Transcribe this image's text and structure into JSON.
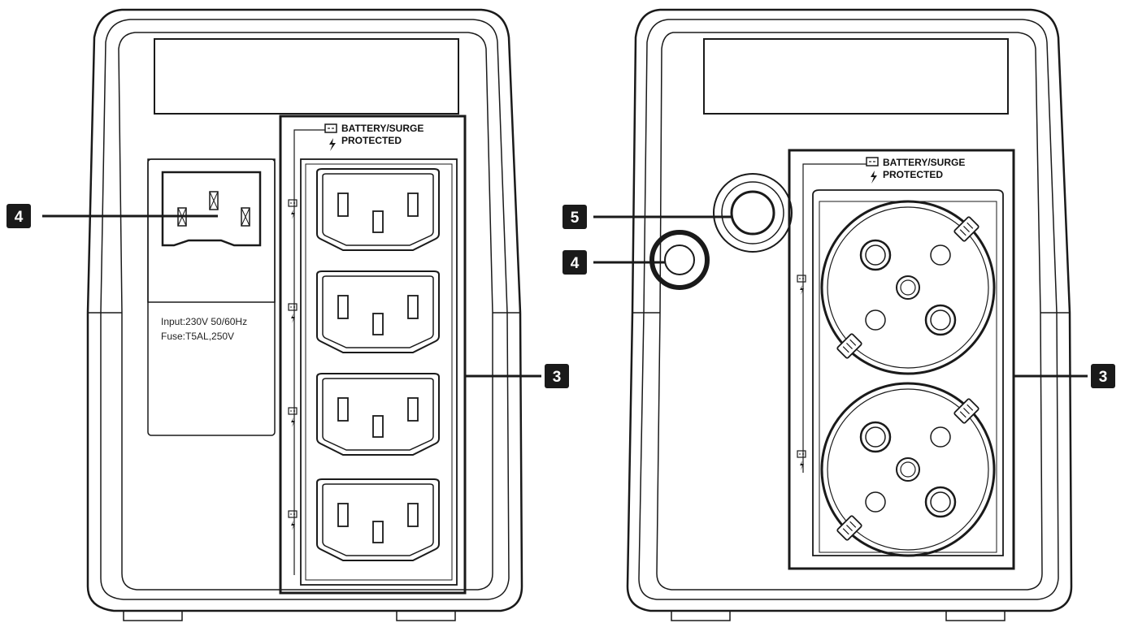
{
  "left_unit": {
    "protected_line1": "BATTERY/SURGE",
    "protected_line2": "PROTECTED",
    "input_spec": "Input:230V 50/60Hz",
    "fuse_spec": "Fuse:T5AL,250V",
    "callout_inlet": "4",
    "callout_outlets": "3"
  },
  "right_unit": {
    "protected_line1": "BATTERY/SURGE",
    "protected_line2": "PROTECTED",
    "callout_breaker": "5",
    "callout_inlet": "4",
    "callout_outlets": "3"
  },
  "colors": {
    "line": "#1a1a1a",
    "callout_bg": "#1a1a1a",
    "callout_text": "#ffffff"
  }
}
